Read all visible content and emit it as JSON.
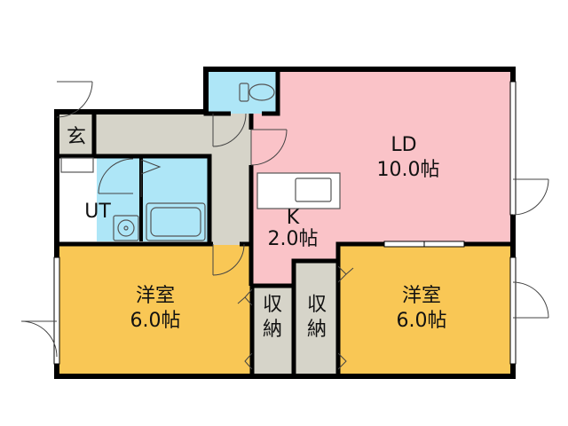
{
  "colors": {
    "ld": "#fac3c8",
    "bedroom": "#f9c755",
    "wet": "#aee6f7",
    "hall": "#d6d4c9",
    "storage": "#d6d4c9",
    "wall": "#000000",
    "fixture_line": "#555555",
    "door_line": "#444444"
  },
  "rooms": {
    "ld": {
      "name": "LD",
      "size": "10.0帖"
    },
    "k": {
      "name": "K",
      "size": "2.0帖"
    },
    "ut": {
      "name": "UT"
    },
    "genkan": {
      "name": "玄"
    },
    "bedroom_left": {
      "name": "洋室",
      "size": "6.0帖"
    },
    "bedroom_right": {
      "name": "洋室",
      "size": "6.0帖"
    },
    "storage_left": {
      "name": "収納"
    },
    "storage_right": {
      "name": "収納"
    }
  }
}
